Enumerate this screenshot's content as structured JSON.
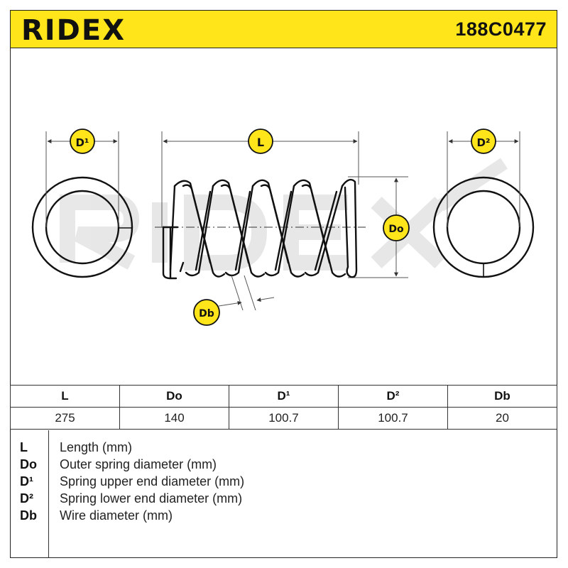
{
  "brand": {
    "name": "RIDEX",
    "color": "#ffe51a"
  },
  "header": {
    "part_number": "188C0477"
  },
  "diagram": {
    "labels": {
      "d1": "D¹",
      "l": "L",
      "d2": "D²",
      "do": "Do",
      "db": "Db"
    },
    "watermark": "RIDEX",
    "icon": "coil-spring-drawing"
  },
  "table": {
    "headers": [
      "L",
      "Do",
      "D¹",
      "D²",
      "Db"
    ],
    "values": [
      "275",
      "140",
      "100.7",
      "100.7",
      "20"
    ]
  },
  "legend": [
    {
      "key": "L",
      "desc": "Length (mm)"
    },
    {
      "key": "Do",
      "desc": "Outer spring diameter (mm)"
    },
    {
      "key": "D¹",
      "desc": "Spring upper end diameter (mm)"
    },
    {
      "key": "D²",
      "desc": "Spring lower end diameter (mm)"
    },
    {
      "key": "Db",
      "desc": "Wire diameter (mm)"
    }
  ]
}
